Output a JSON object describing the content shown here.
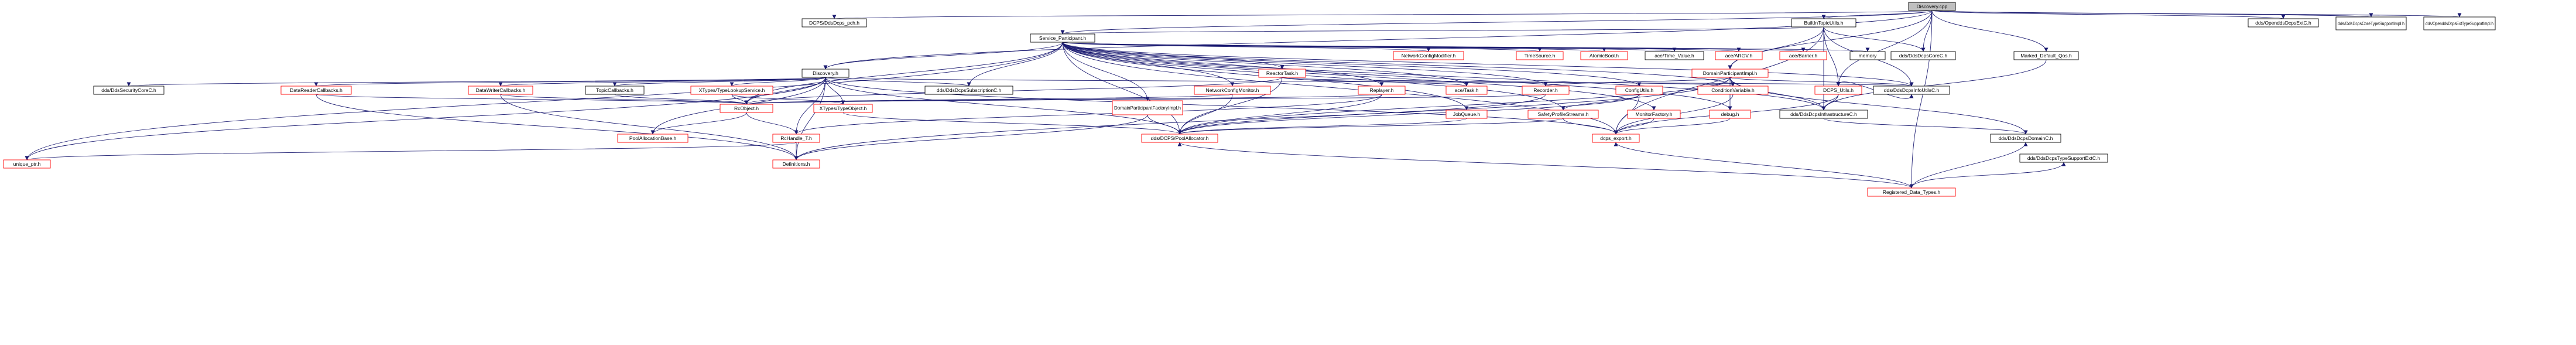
{
  "diagram": {
    "colors": {
      "edge": "#191970",
      "root_fill": "#bfbfbf",
      "node_fill": "#ffffff",
      "node_border_default": "#000000",
      "node_border_incomplete": "#ff0000",
      "text": "#000000"
    },
    "nodes": [
      {
        "id": "n0",
        "label": "Discovery.cpp",
        "root": true
      },
      {
        "id": "n1",
        "label": "DCPS/DdsDcps_pch.h"
      },
      {
        "id": "n2",
        "label": "BuiltInTopicUtils.h"
      },
      {
        "id": "n3",
        "label": "dds/OpenddsDcpsExtC.h"
      },
      {
        "id": "n4",
        "label": "dds/DdsDcpsCoreTypeSupportImpl.h"
      },
      {
        "id": "n5",
        "label": "dds/OpenddsDcpsExtTypeSupportImpl.h"
      },
      {
        "id": "n6",
        "label": "Service_Participant.h"
      },
      {
        "id": "n7",
        "label": "Discovery.h"
      },
      {
        "id": "n8",
        "label": "dds/DdsDcpsCoreC.h"
      },
      {
        "id": "n9",
        "label": "Marked_Default_Qos.h"
      },
      {
        "id": "n10",
        "label": "DomainParticipantImpl.h",
        "incomplete": true
      },
      {
        "id": "n11",
        "label": "DCPS_Utils.h",
        "incomplete": true
      },
      {
        "id": "n12",
        "label": "Registered_Data_Types.h",
        "incomplete": true
      },
      {
        "id": "n13",
        "label": "ReactorTask.h",
        "incomplete": true
      },
      {
        "id": "n14",
        "label": "NetworkConfigModifier.h",
        "incomplete": true
      },
      {
        "id": "n15",
        "label": "TimeSource.h",
        "incomplete": true
      },
      {
        "id": "n16",
        "label": "AtomicBool.h",
        "incomplete": true
      },
      {
        "id": "n17",
        "label": "ace/Time_Value.h"
      },
      {
        "id": "n18",
        "label": "ace/ARGV.h",
        "incomplete": true
      },
      {
        "id": "n19",
        "label": "ace/Barrier.h",
        "incomplete": true
      },
      {
        "id": "n20",
        "label": "memory"
      },
      {
        "id": "n21",
        "label": "dds/DdsSecurityCoreC.h"
      },
      {
        "id": "n22",
        "label": "DataReaderCallbacks.h",
        "incomplete": true
      },
      {
        "id": "n23",
        "label": "DataWriterCallbacks.h",
        "incomplete": true
      },
      {
        "id": "n24",
        "label": "TopicCallbacks.h"
      },
      {
        "id": "n25",
        "label": "XTypes/TypeLookupService.h",
        "incomplete": true
      },
      {
        "id": "n26",
        "label": "dds/DdsDcpsSubscriptionC.h"
      },
      {
        "id": "n27",
        "label": "NetworkConfigMonitor.h",
        "incomplete": true
      },
      {
        "id": "n28",
        "label": "Replayer.h",
        "incomplete": true
      },
      {
        "id": "n29",
        "label": "ace/Task.h",
        "incomplete": true
      },
      {
        "id": "n30",
        "label": "Recorder.h",
        "incomplete": true
      },
      {
        "id": "n31",
        "label": "ConfigUtils.h",
        "incomplete": true
      },
      {
        "id": "n32",
        "label": "ConditionVariable.h",
        "incomplete": true
      },
      {
        "id": "n33",
        "label": "dds/DdsDcpsInfoUtilsC.h"
      },
      {
        "id": "n34",
        "label": "RcObject.h",
        "incomplete": true
      },
      {
        "id": "n35",
        "label": "XTypes/TypeObject.h",
        "incomplete": true
      },
      {
        "id": "n36",
        "label": "DomainParticipantFactoryImpl.h",
        "incomplete": true
      },
      {
        "id": "n37",
        "label": "JobQueue.h",
        "incomplete": true
      },
      {
        "id": "n38",
        "label": "SafetyProfileStreams.h",
        "incomplete": true
      },
      {
        "id": "n39",
        "label": "MonitorFactory.h",
        "incomplete": true
      },
      {
        "id": "n40",
        "label": "debug.h",
        "incomplete": true
      },
      {
        "id": "n41",
        "label": "dds/DdsDcpsInfrastructureC.h"
      },
      {
        "id": "n42",
        "label": "PoolAllocationBase.h",
        "incomplete": true
      },
      {
        "id": "n43",
        "label": "RcHandle_T.h",
        "incomplete": true
      },
      {
        "id": "n44",
        "label": "dds/DCPS/PoolAllocator.h",
        "incomplete": true
      },
      {
        "id": "n45",
        "label": "dcps_export.h",
        "incomplete": true
      },
      {
        "id": "n46",
        "label": "dds/DdsDcpsDomainC.h"
      },
      {
        "id": "n47",
        "label": "dds/DdsDcpsTypeSupportExtC.h"
      },
      {
        "id": "n48",
        "label": "unique_ptr.h",
        "incomplete": true
      },
      {
        "id": "n49",
        "label": "Definitions.h",
        "incomplete": true
      }
    ]
  }
}
